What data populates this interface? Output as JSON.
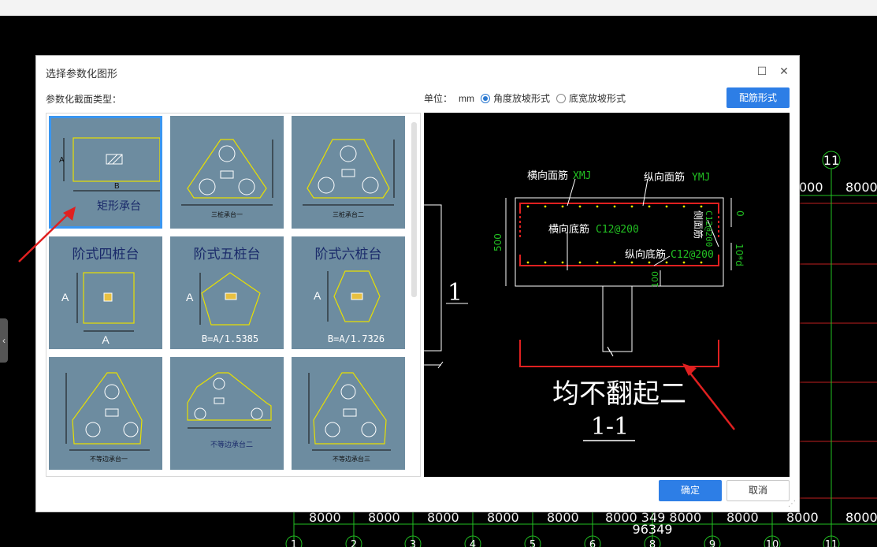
{
  "dialog": {
    "title": "选择参数化图形",
    "section_label": "参数化截面类型：",
    "unit_label": "单位：",
    "unit_value": "mm",
    "radio_angle": "角度放坡形式",
    "radio_width": "底宽放坡形式",
    "rebar_button": "配筋形式",
    "ok_button": "确定",
    "cancel_button": "取消"
  },
  "thumbnails": [
    {
      "id": "rect",
      "title": "矩形承台",
      "dim_a": "A",
      "dim_b": "B"
    },
    {
      "id": "three-pile-1",
      "caption": "三桩承台一"
    },
    {
      "id": "three-pile-2",
      "caption": "三桩承台二"
    },
    {
      "id": "step-4",
      "title": "阶式四桩台",
      "dim_a": "A",
      "dim_b": "A"
    },
    {
      "id": "step-5",
      "title": "阶式五桩台",
      "dim_a": "A",
      "formula": "B=A/1.5385"
    },
    {
      "id": "step-6",
      "title": "阶式六桩台",
      "dim_a": "A",
      "formula": "B=A/1.7326"
    },
    {
      "id": "uneq-1",
      "caption": "不等边承台一"
    },
    {
      "id": "uneq-2",
      "caption": "不等边承台二"
    },
    {
      "id": "uneq-3",
      "caption": "不等边承台三"
    }
  ],
  "preview": {
    "label_top_transverse": "横向面筋",
    "code_top_transverse": "XMJ",
    "label_top_longitudinal": "纵向面筋",
    "code_top_longitudinal": "YMJ",
    "label_bottom_transverse": "横向底筋",
    "code_bottom_transverse": "C12@200",
    "label_bottom_longitudinal": "纵向底筋",
    "code_bottom_longitudinal": "C12@200",
    "label_side": "侧面筋",
    "code_side": "C12@200",
    "dim_height": "500",
    "dim_zero": "0",
    "dim_10d": "10*d",
    "dim_100": "100",
    "section_mark": "1",
    "note": "均不翻起二",
    "section_title": "1-1"
  },
  "cad": {
    "axis_top_right": "11",
    "dims_top": [
      "000",
      "8000"
    ],
    "dims_bottom": [
      "8000",
      "8000",
      "8000",
      "8000",
      "8000",
      "8000 349 8000",
      "8000",
      "8000",
      "8000"
    ],
    "total": "96349",
    "axis_bottom": [
      "1",
      "2",
      "3",
      "4",
      "5",
      "6",
      "8",
      "9",
      "10",
      "11"
    ]
  },
  "colors": {
    "accent": "#2d7ee6",
    "thumb_bg": "#6d8ca0",
    "red_annotation": "#e02020",
    "cad_green": "#22c022"
  }
}
